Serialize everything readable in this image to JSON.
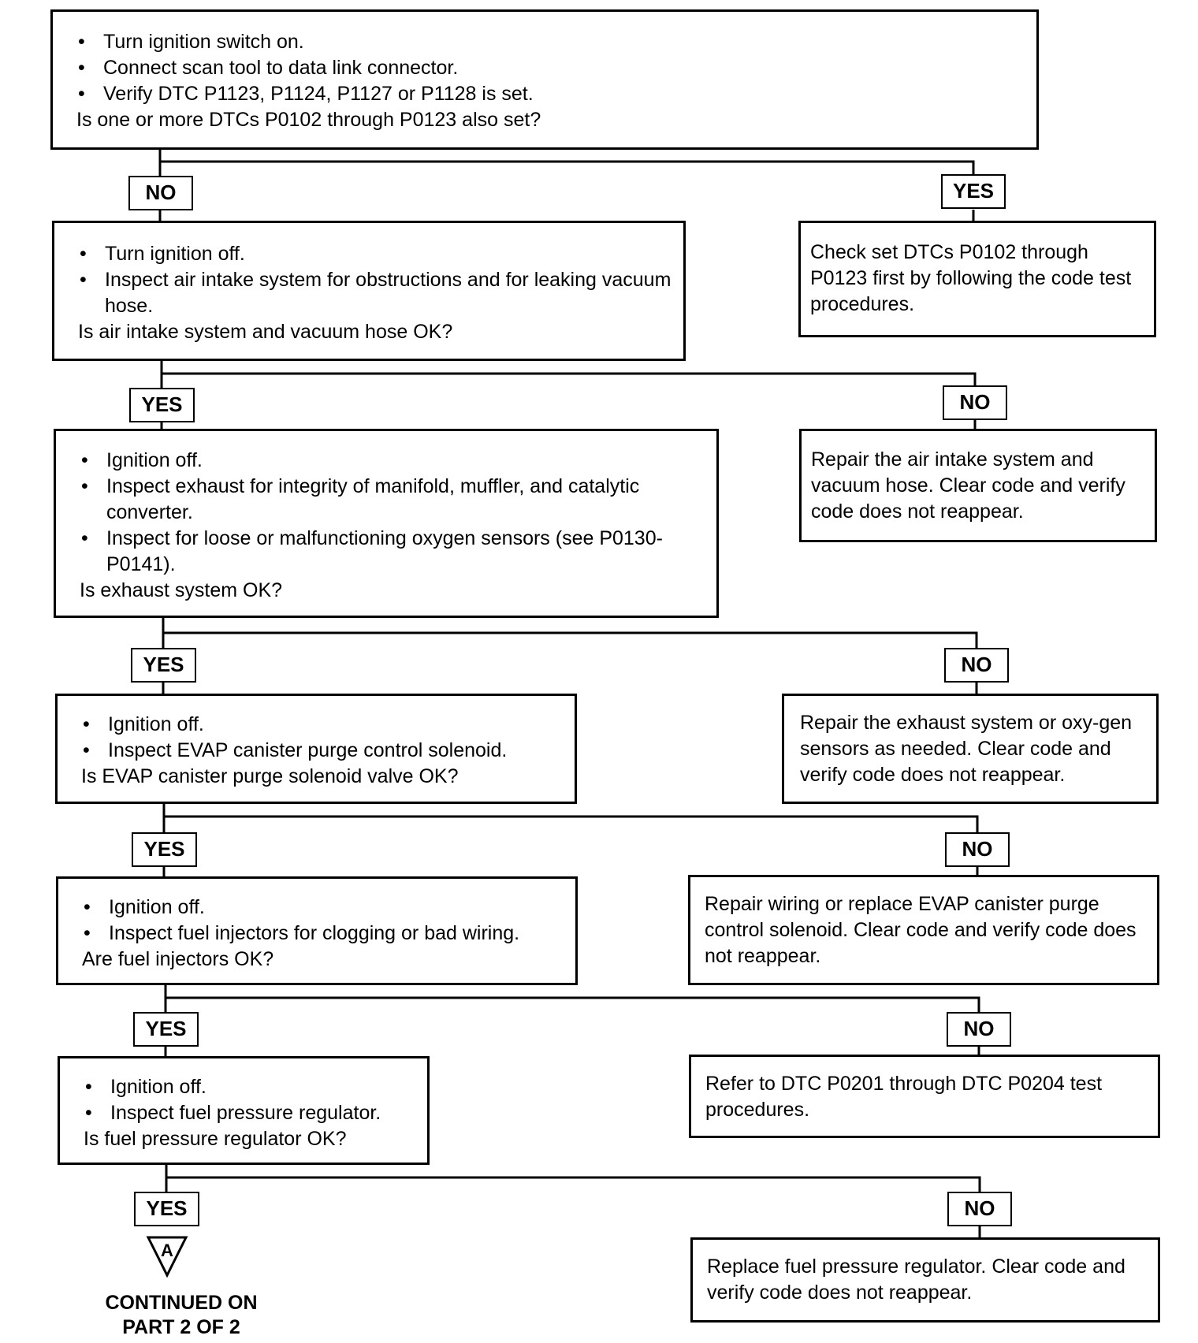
{
  "boxes": {
    "start": {
      "bullets": [
        "Turn ignition switch on.",
        "Connect scan tool to data link connector.",
        "Verify DTC P1123, P1124, P1127 or P1128 is set."
      ],
      "question": "Is one or more DTCs P0102 through P0123 also set?"
    },
    "step1": {
      "bullets": [
        "Turn ignition off.",
        "Inspect air intake system for obstructions and for leaking vacuum hose."
      ],
      "question": "Is air intake system and vacuum hose OK?"
    },
    "check_dtcs": {
      "text": "Check set DTCs P0102 through P0123 first by following the code test procedures."
    },
    "step2": {
      "bullets": [
        "Ignition off.",
        "Inspect exhaust for integrity of manifold, muffler, and catalytic converter.",
        "Inspect for loose or malfunctioning oxygen sensors (see P0130-P0141)."
      ],
      "question": "Is exhaust system OK?"
    },
    "repair_air": {
      "text": "Repair the air intake system and vacuum hose. Clear code and verify code does not reappear."
    },
    "step3": {
      "bullets": [
        "Ignition off.",
        "Inspect EVAP canister purge control solenoid."
      ],
      "question": "Is EVAP canister purge solenoid valve OK?"
    },
    "repair_exhaust": {
      "text": "Repair the exhaust system or oxy-gen sensors as needed. Clear code and verify code does not reappear."
    },
    "step4": {
      "bullets": [
        "Ignition off.",
        "Inspect fuel injectors for clogging or bad wiring."
      ],
      "question": "Are fuel injectors OK?"
    },
    "repair_evap": {
      "text": "Repair wiring or replace EVAP canister purge control solenoid. Clear code and verify code does not reappear."
    },
    "step5": {
      "bullets": [
        "Ignition off.",
        "Inspect fuel pressure regulator."
      ],
      "question": "Is fuel pressure regulator OK?"
    },
    "refer_injectors": {
      "text": "Refer to DTC P0201 through DTC P0204 test procedures."
    },
    "replace_regulator": {
      "text": "Replace fuel pressure regulator. Clear code and verify code does not reappear."
    }
  },
  "labels": {
    "no1": "NO",
    "yes1": "YES",
    "yes2": "YES",
    "no2": "NO",
    "yes3": "YES",
    "no3": "NO",
    "yes4": "YES",
    "no4": "NO",
    "yes5": "YES",
    "no5": "NO",
    "yes6": "YES",
    "no6": "NO"
  },
  "connector": {
    "letter": "A",
    "continued": "CONTINUED ON PART 2 OF 2"
  }
}
